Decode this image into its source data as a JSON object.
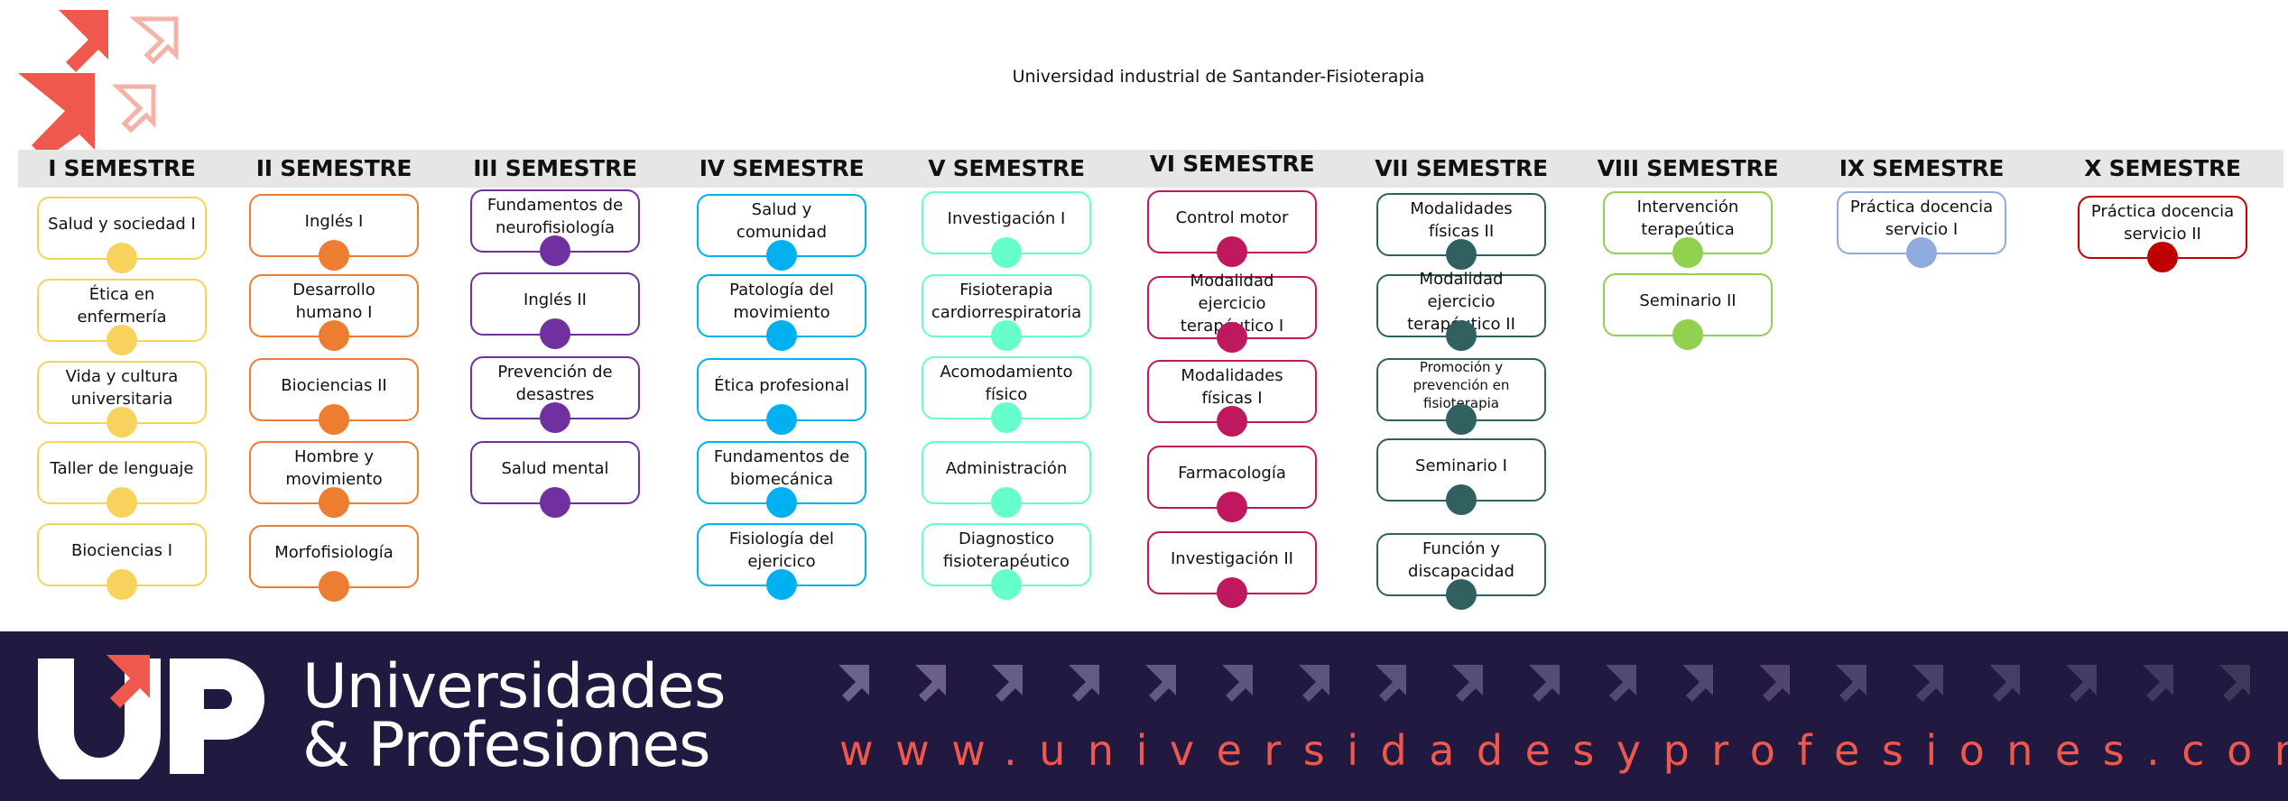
{
  "title": "Universidad industrial de Santander-Fisioterapia",
  "semesters": [
    {
      "header": "I SEMESTRE",
      "color": "#f7d35e",
      "courses": [
        "Salud y sociedad I",
        "Ética en enfermería",
        "Vida y cultura universitaria",
        "Taller de lenguaje",
        "Biociencias I"
      ]
    },
    {
      "header": "II SEMESTRE",
      "color": "#ed7d31",
      "courses": [
        "Inglés I",
        "Desarrollo humano I",
        "Biociencias II",
        "Hombre y movimiento",
        "Morfofisiología"
      ]
    },
    {
      "header": "III SEMESTRE",
      "color": "#7030a0",
      "courses": [
        "Fundamentos de neurofisiología",
        "Inglés II",
        "Prevención de desastres",
        "Salud mental"
      ]
    },
    {
      "header": "IV SEMESTRE",
      "color": "#00b0f0",
      "courses": [
        "Salud y comunidad",
        "Patología del movimiento",
        "Ética profesional",
        "Fundamentos de biomecánica",
        "Fisiología del ejericico"
      ]
    },
    {
      "header": "V SEMESTRE",
      "color": "#66ffcc",
      "courses": [
        "Investigación I",
        "Fisioterapia cardiorrespiratoria",
        "Acomodamiento físico",
        "Administración",
        "Diagnostico fisioterapéutico"
      ]
    },
    {
      "header": "VI SEMESTRE",
      "color": "#c0185f",
      "courses": [
        "Control motor",
        "Modalidad ejercicio terapéutico I",
        "Modalidades físicas I",
        "Farmacología",
        "Investigación II"
      ]
    },
    {
      "header": "VII SEMESTRE",
      "color": "#306060",
      "courses": [
        "Modalidades físicas II",
        "Modalidad ejercicio terapéutico II",
        "Promoción y prevención en fisioterapia",
        "Seminario I",
        "Función y discapacidad"
      ]
    },
    {
      "header": "VIII SEMESTRE",
      "color": "#92d050",
      "courses": [
        "Intervención terapeútica",
        "Seminario II"
      ]
    },
    {
      "header": "IX SEMESTRE",
      "color": "#8faadc",
      "courses": [
        "Práctica docencia servicio I"
      ]
    },
    {
      "header": "X SEMESTRE",
      "color": "#c00000",
      "courses": [
        "Práctica docencia servicio II"
      ]
    }
  ],
  "footer": {
    "brand_line1": "Universidades",
    "brand_line2": "& Profesiones",
    "url": "www.universidadesyprofesiones.com",
    "logo_letters": "UP"
  },
  "colors": {
    "footer_bg": "#21193f",
    "accent": "#f0584d",
    "header_bg": "#e6e6e6"
  }
}
